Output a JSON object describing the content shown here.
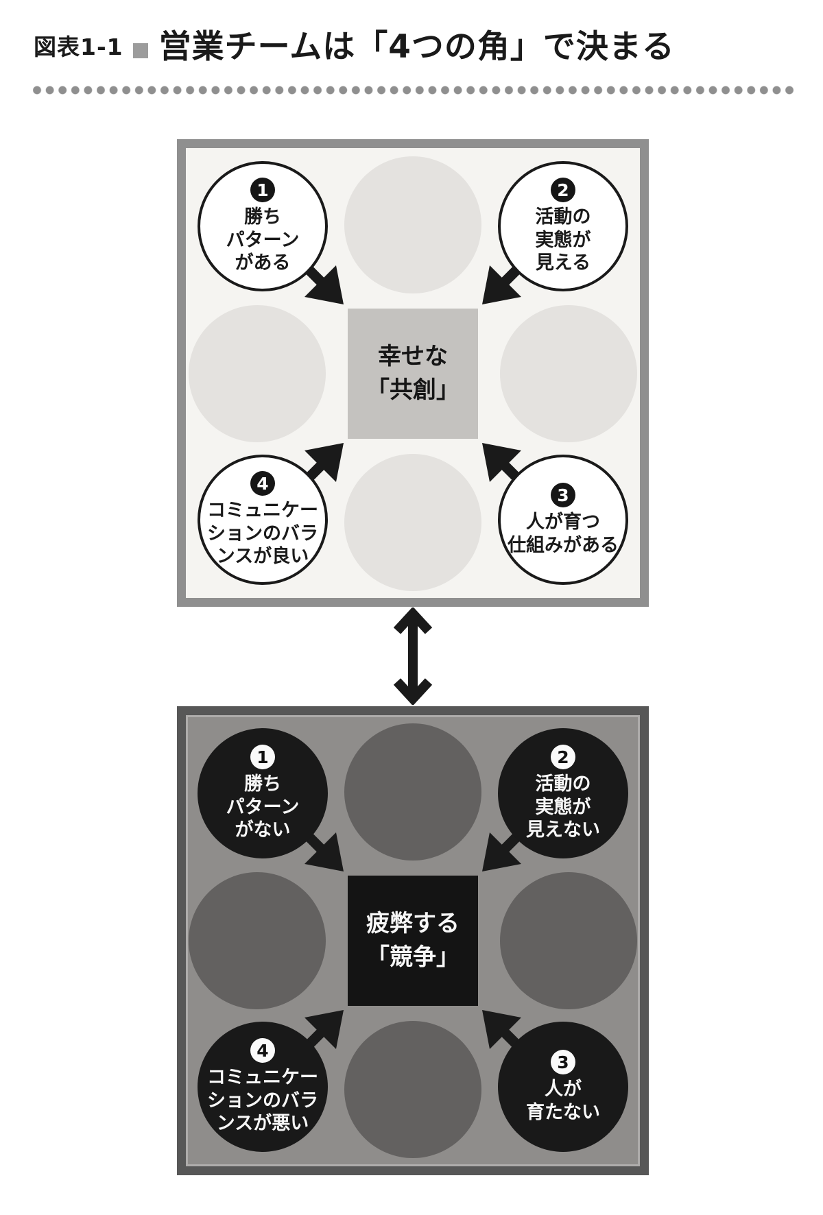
{
  "header": {
    "label": "図表1-1",
    "title": "営業チームは「4つの角」で決まる"
  },
  "top_panel": {
    "mood": "positive",
    "center": {
      "line1": "幸せな",
      "line2": "「共創」"
    },
    "corners": [
      {
        "number": "1",
        "position": "top-left",
        "lines": [
          "勝ち",
          "パターン",
          "がある"
        ]
      },
      {
        "number": "2",
        "position": "top-right",
        "lines": [
          "活動の",
          "実態が",
          "見える"
        ]
      },
      {
        "number": "3",
        "position": "bottom-right",
        "lines": [
          "人が育つ",
          "仕組みがある"
        ]
      },
      {
        "number": "4",
        "position": "bottom-left",
        "lines": [
          "コミュニケー",
          "ションのバラ",
          "ンスが良い"
        ]
      }
    ]
  },
  "bottom_panel": {
    "mood": "negative",
    "center": {
      "line1": "疲弊する",
      "line2": "「競争」"
    },
    "corners": [
      {
        "number": "1",
        "position": "top-left",
        "lines": [
          "勝ち",
          "パターン",
          "がない"
        ]
      },
      {
        "number": "2",
        "position": "top-right",
        "lines": [
          "活動の",
          "実態が",
          "見えない"
        ]
      },
      {
        "number": "3",
        "position": "bottom-right",
        "lines": [
          "人が",
          "育たない"
        ]
      },
      {
        "number": "4",
        "position": "bottom-left",
        "lines": [
          "コミュニケー",
          "ションのバラ",
          "ンスが悪い"
        ]
      }
    ]
  },
  "colors": {
    "title_text": "#1a1a1a",
    "bullet_square": "#9c9c9c",
    "dotted_divider": "#8f8f8f",
    "top_panel_border": "#8f8f8f",
    "top_panel_bg": "#f5f4f1",
    "top_mid_circle": "#e4e2df",
    "top_center_square": "#c4c2bf",
    "top_corner_circle_bg": "#ffffff",
    "top_corner_outline": "#1a1a1a",
    "bottom_panel_border": "#575757",
    "bottom_panel_bg": "#8f8d8b",
    "bottom_mid_circle": "#636160",
    "bottom_corner_circle": "#191919",
    "bottom_center_square": "#141414",
    "bottom_text": "#f7f7f7",
    "arrow": "#1a1a1a"
  }
}
